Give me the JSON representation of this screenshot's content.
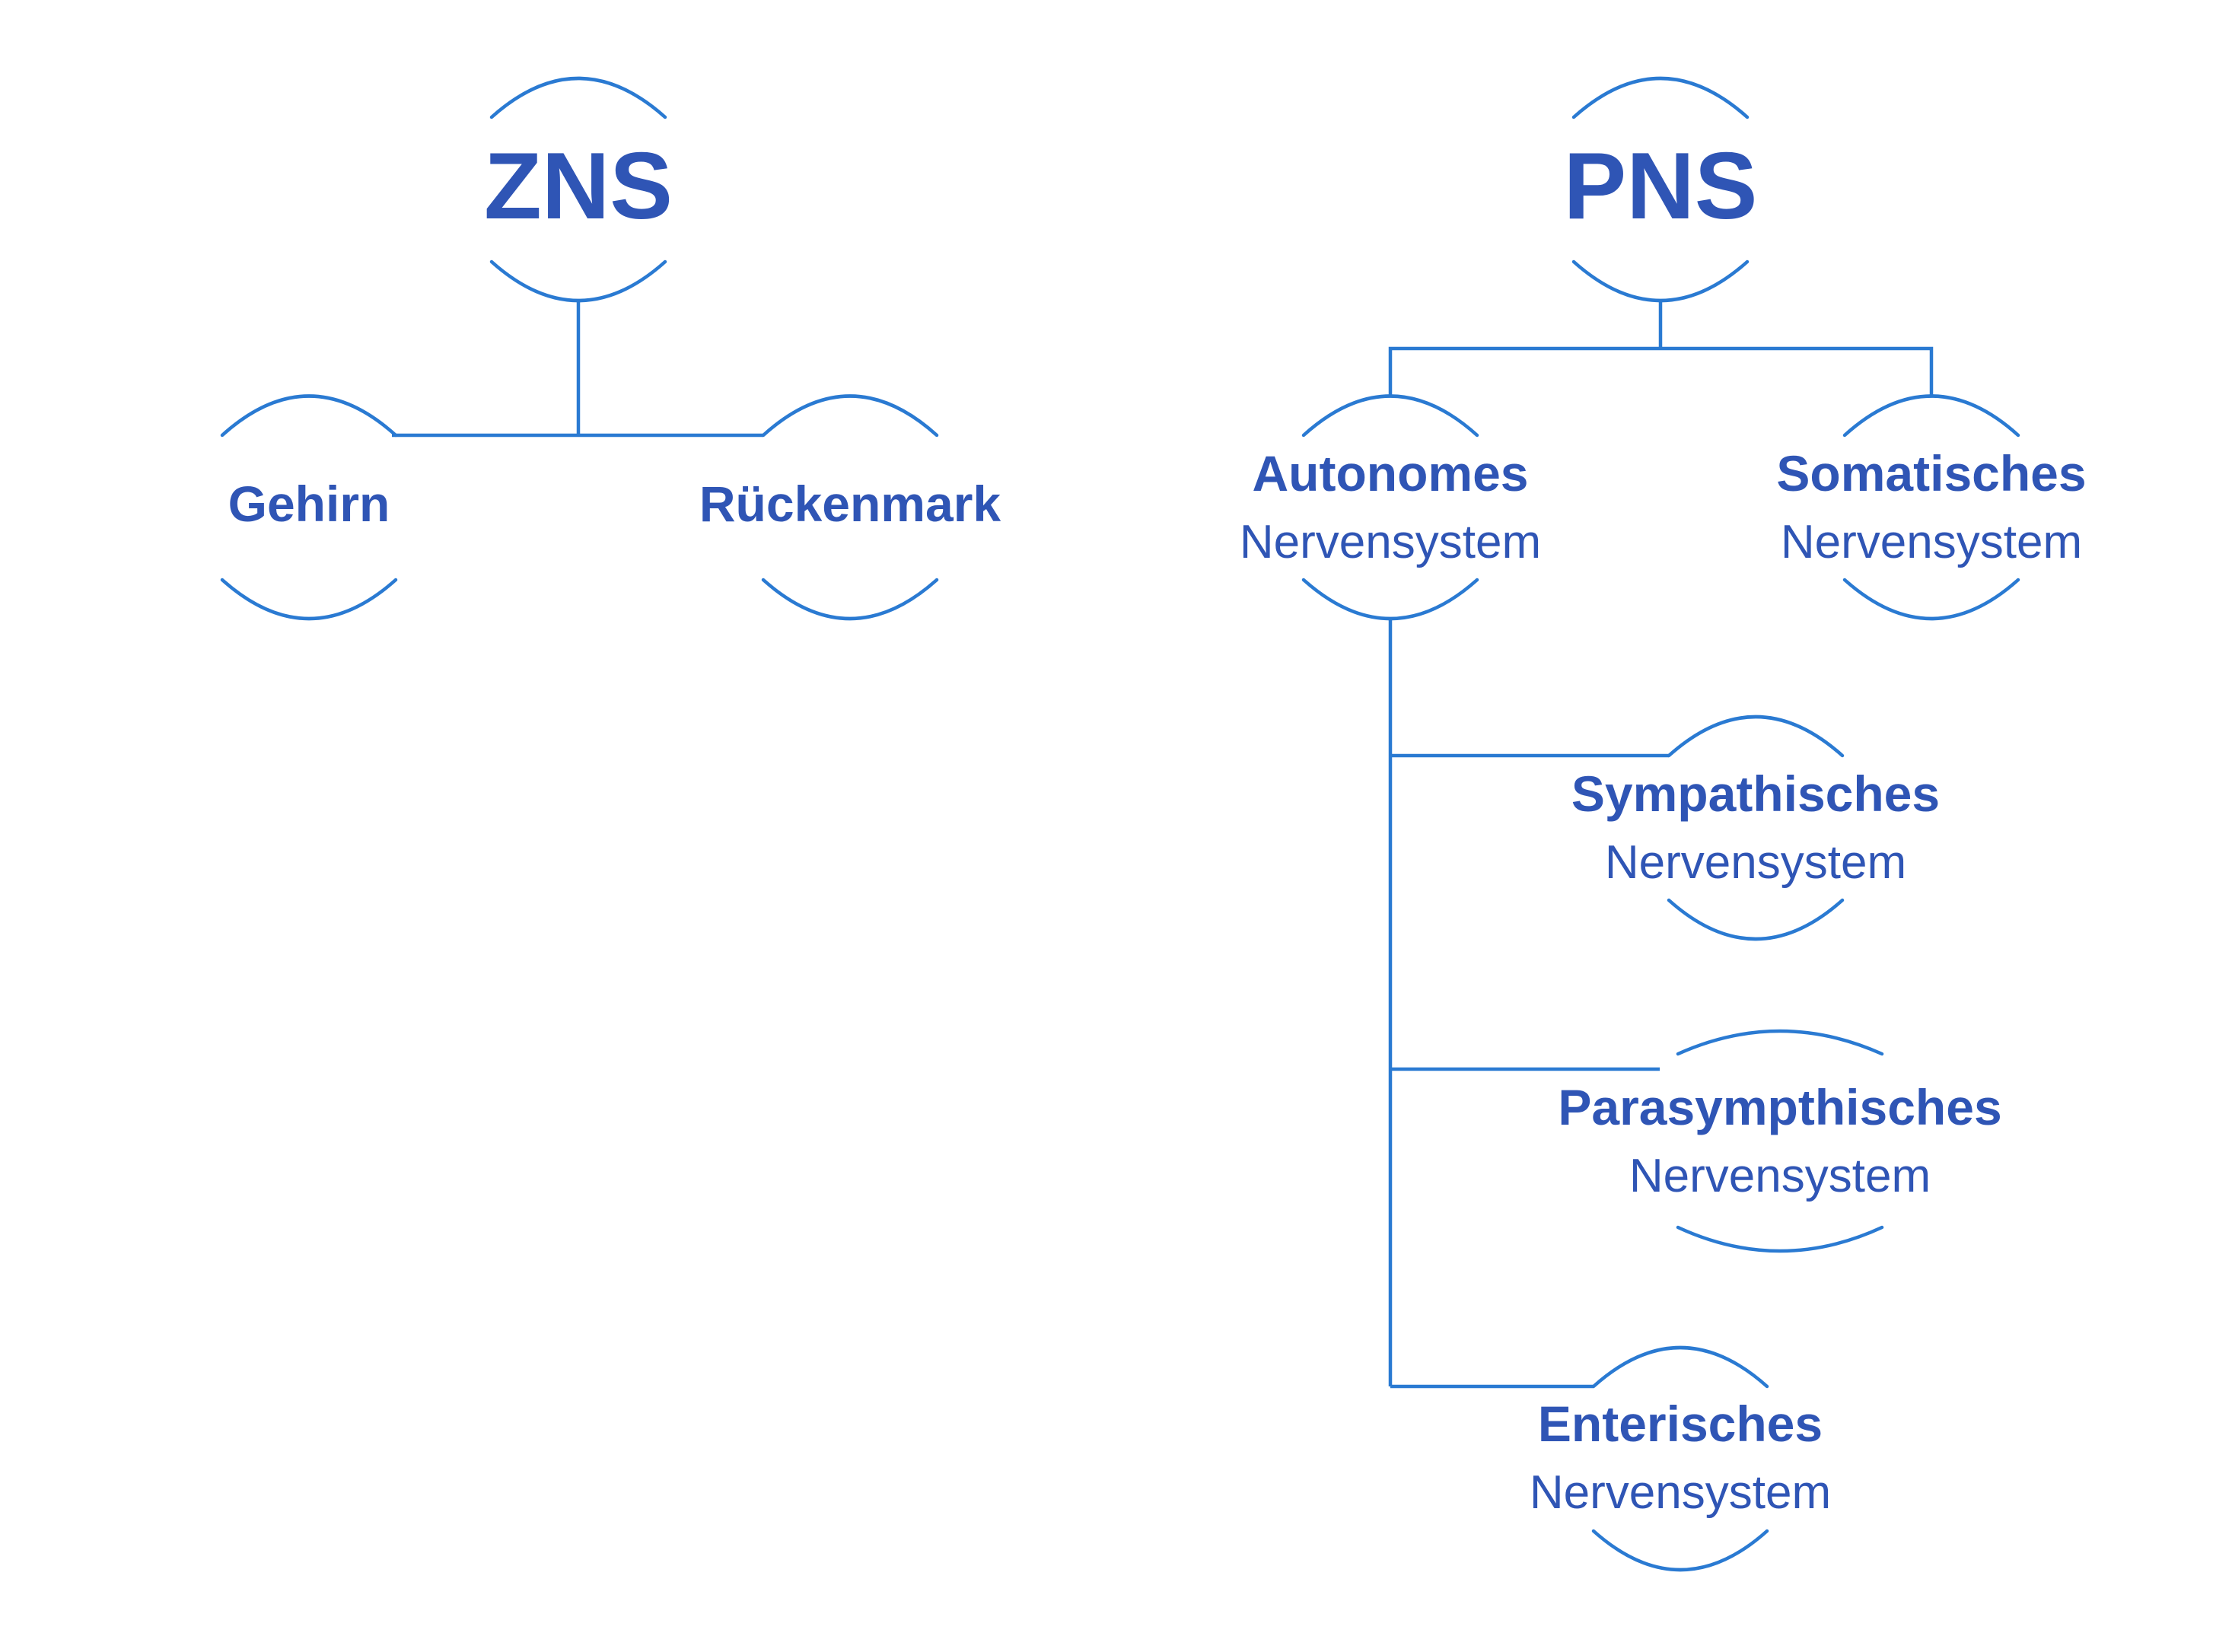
{
  "colors": {
    "line": "#2a7ad2",
    "text": "#2f55b5"
  },
  "zns": {
    "title": "ZNS",
    "children": {
      "gehirn": "Gehirn",
      "rueckenmark": "Rückenmark"
    }
  },
  "pns": {
    "title": "PNS",
    "autonom": {
      "title": "Autonomes",
      "sub": "Nervensystem"
    },
    "somatisch": {
      "title": "Somatisches",
      "sub": "Nervensystem"
    },
    "sympathisch": {
      "title": "Sympathisches",
      "sub": "Nervensystem"
    },
    "parasympathisch": {
      "title": "Parasympthisches",
      "sub": "Nervensystem"
    },
    "enterisch": {
      "title": "Enterisches",
      "sub": "Nervensystem"
    }
  }
}
